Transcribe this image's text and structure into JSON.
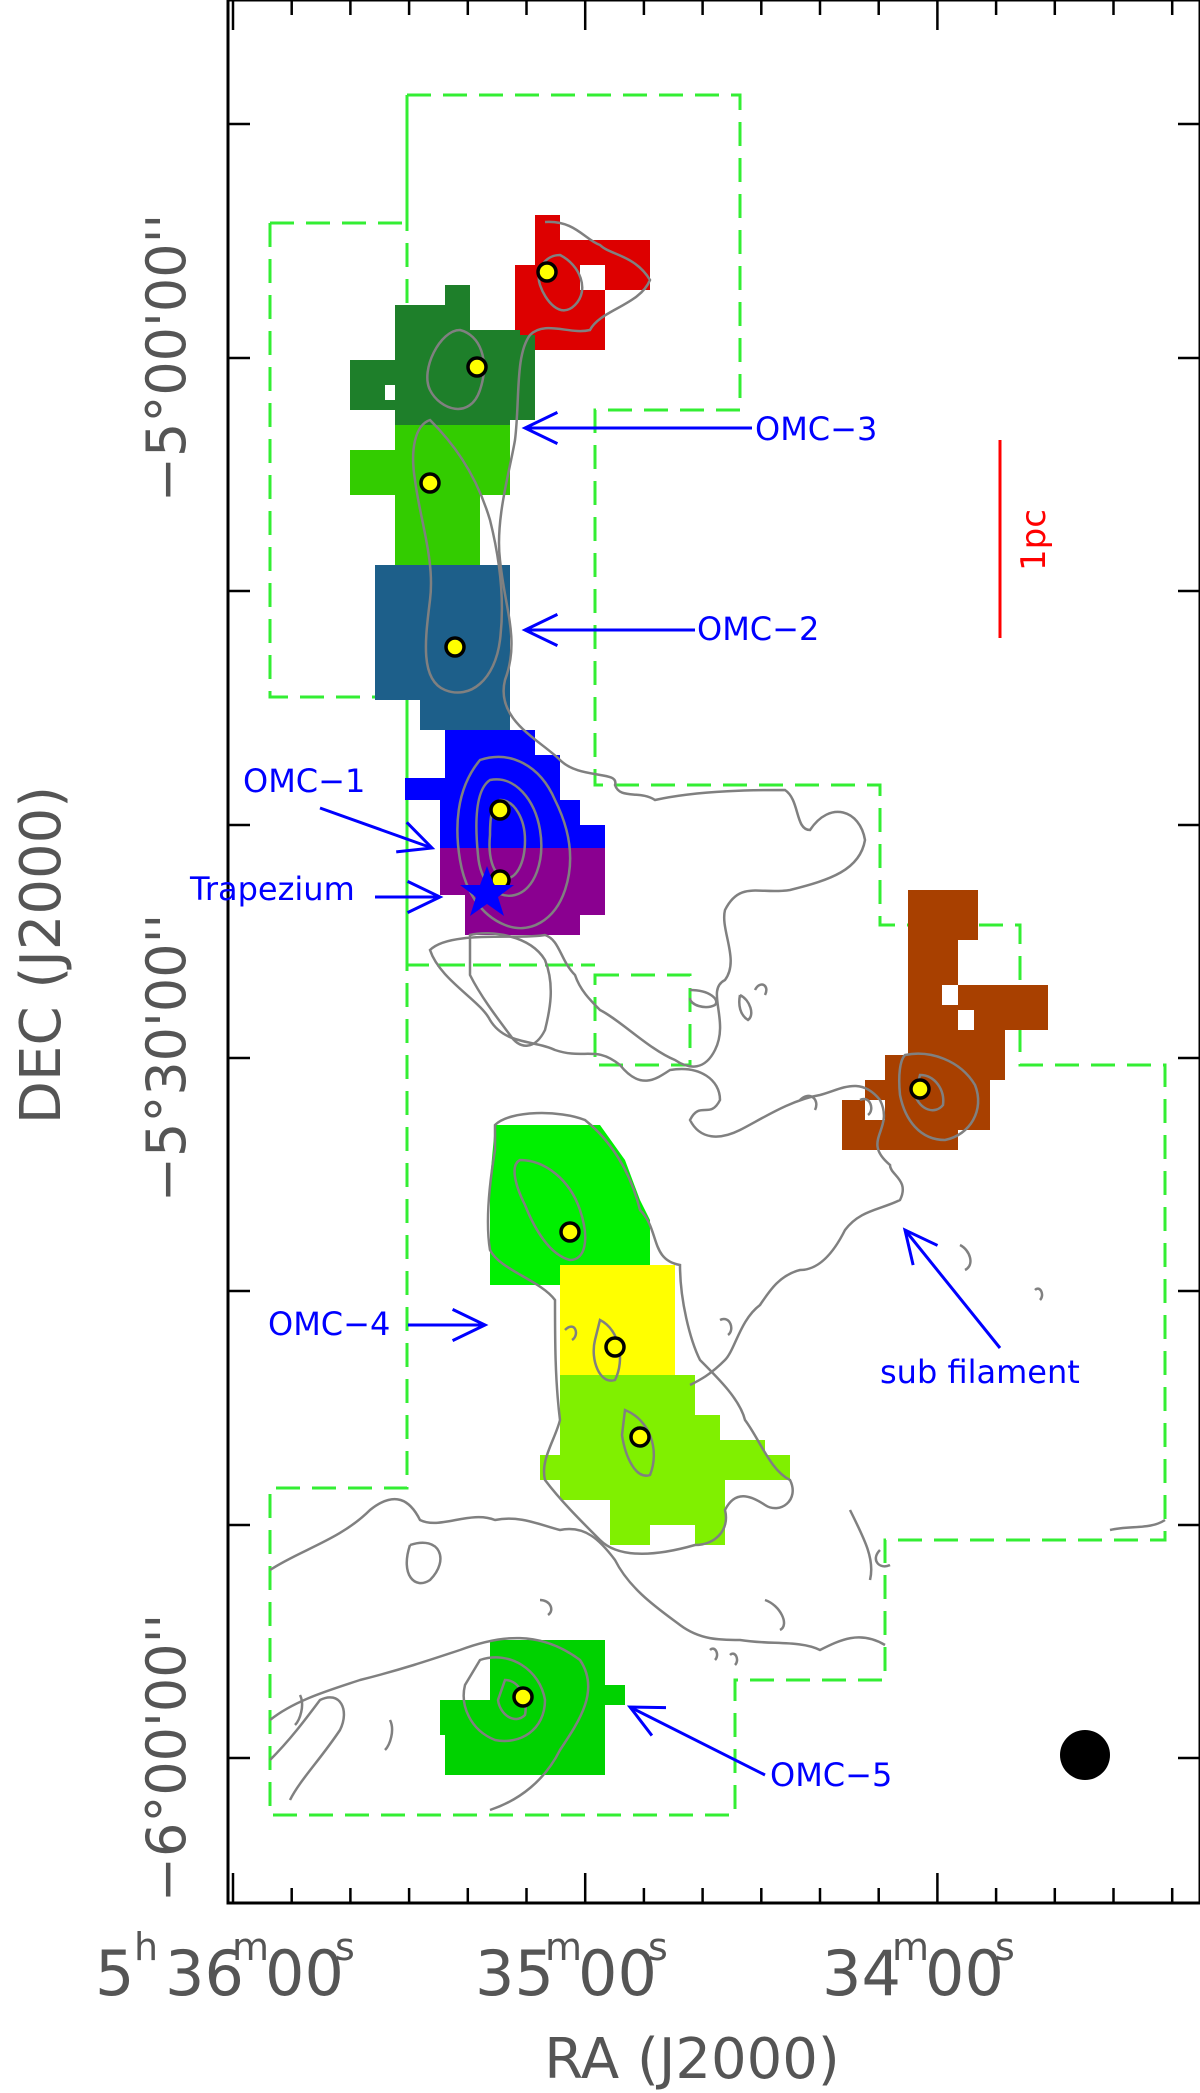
{
  "chart_data": {
    "type": "scatter",
    "title": "",
    "xlabel": "RA (J2000)",
    "ylabel": "DEC (J2000)",
    "grid": false,
    "legend": "none",
    "x_ticks": [
      {
        "h": "5",
        "m": "36",
        "s": "00"
      },
      {
        "h": "",
        "m": "35",
        "s": "00"
      },
      {
        "h": "",
        "m": "34",
        "s": "00"
      }
    ],
    "y_ticks": [
      "−5°00'00''",
      "−5°30'00''",
      "−6°00'00''"
    ],
    "scale_bar": {
      "label": "1pc",
      "color": "#ff0000"
    },
    "region_colors": {
      "red": "#dd0000",
      "darkgreen": "#1e7f2a",
      "green": "#33cc00",
      "steel": "#1d5f8a",
      "blue": "#0000ff",
      "purple": "#8a0090",
      "brown": "#a84000",
      "lime": "#00f000",
      "yellow": "#ffff00",
      "yellowgreen": "#80f000",
      "green5": "#00d200"
    },
    "footprint_color": "#33ee33",
    "contour_color": "#808080",
    "marker_fill": "#ffff00",
    "labels": [
      {
        "text": "OMC−3",
        "color": "#0000ff"
      },
      {
        "text": "OMC−2",
        "color": "#0000ff"
      },
      {
        "text": "OMC−1",
        "color": "#0000ff"
      },
      {
        "text": "Trapezium",
        "color": "#0000ff"
      },
      {
        "text": "OMC−4",
        "color": "#0000ff"
      },
      {
        "text": "sub filament",
        "color": "#0000ff"
      },
      {
        "text": "OMC−5",
        "color": "#0000ff"
      }
    ]
  }
}
